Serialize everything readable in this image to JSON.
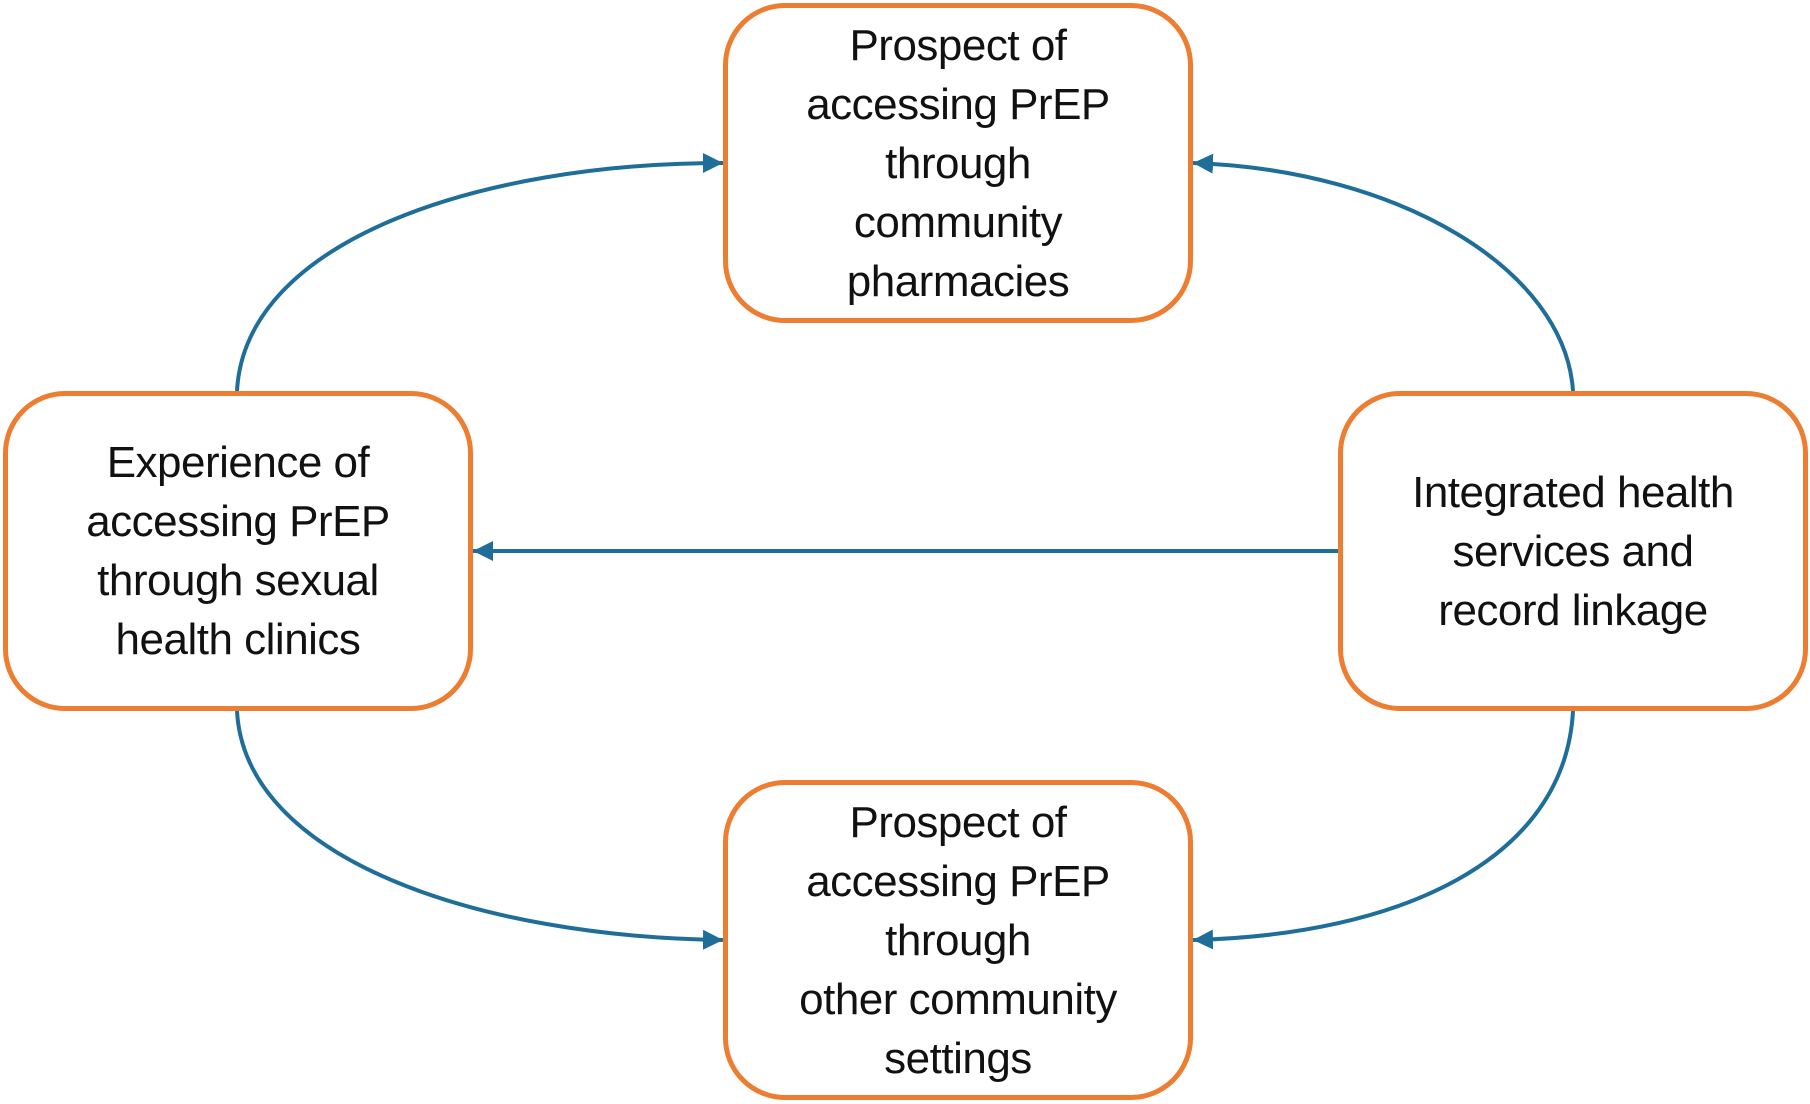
{
  "colors": {
    "node_border": "#ed7d31",
    "connector": "#1f6e99",
    "text": "#111111",
    "background": "#ffffff"
  },
  "nodes": {
    "pharmacies": {
      "lines": [
        "Prospect of",
        "accessing PrEP",
        "through",
        "community",
        "pharmacies"
      ]
    },
    "clinics": {
      "lines": [
        "Experience of",
        "accessing PrEP",
        "through sexual",
        "health clinics"
      ]
    },
    "integrated": {
      "lines": [
        "Integrated health",
        "services and",
        "record linkage"
      ]
    },
    "community": {
      "lines": [
        "Prospect of",
        "accessing PrEP",
        "through",
        "other community",
        "settings"
      ]
    }
  },
  "edges": [
    {
      "from": "clinics",
      "to": "pharmacies"
    },
    {
      "from": "integrated",
      "to": "pharmacies"
    },
    {
      "from": "integrated",
      "to": "clinics"
    },
    {
      "from": "clinics",
      "to": "community"
    },
    {
      "from": "integrated",
      "to": "community"
    }
  ]
}
